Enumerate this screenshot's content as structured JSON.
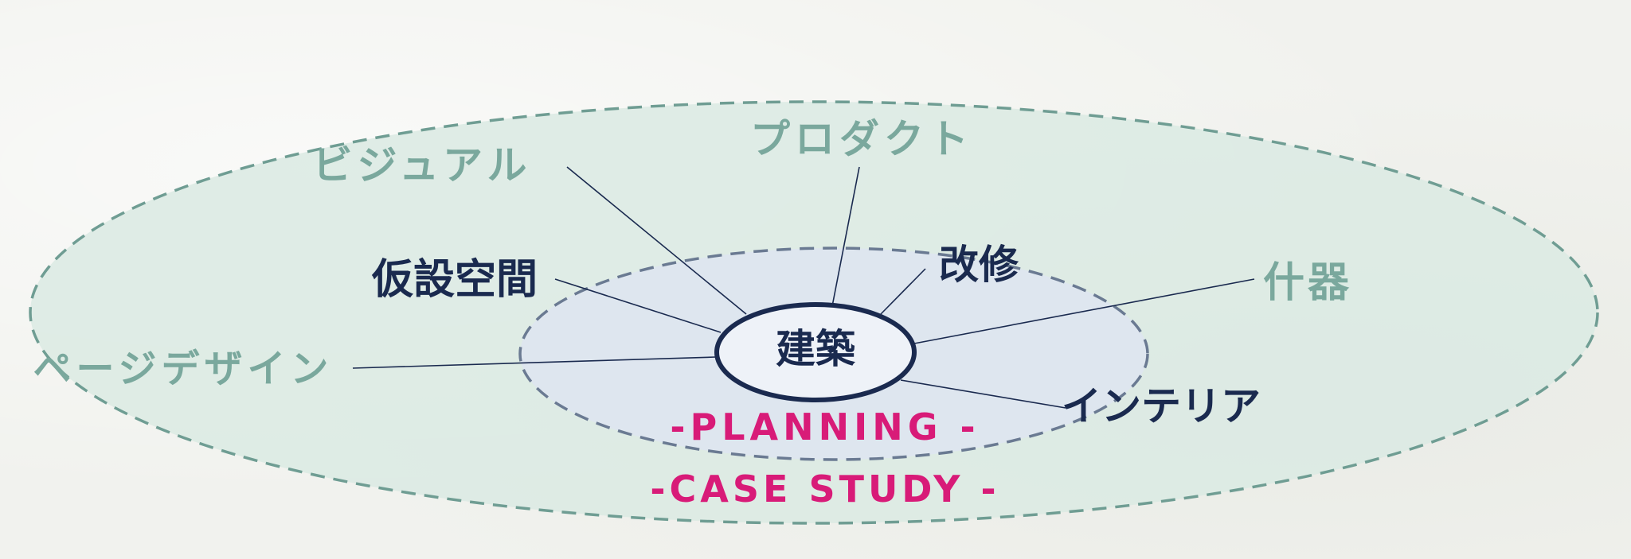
{
  "diagram": {
    "center": {
      "label": "建築"
    },
    "inner_ring_labels": [
      {
        "id": "kasetsu-kukan",
        "label": "仮設空間"
      },
      {
        "id": "kaishu",
        "label": "改修"
      },
      {
        "id": "interior",
        "label": "インテリア"
      }
    ],
    "outer_ring_labels": [
      {
        "id": "visual",
        "label": "ビジュアル"
      },
      {
        "id": "product",
        "label": "プロダクト"
      },
      {
        "id": "juki",
        "label": "什器"
      },
      {
        "id": "page-design",
        "label": "ページデザイン"
      }
    ],
    "captions": {
      "planning": "-PLANNING -",
      "case_study": "-CASE STUDY -"
    },
    "colors": {
      "navy": "#1a2a4f",
      "teal": "#7aa89d",
      "magenta": "#d81b78",
      "outer_fill": "#dbeae3",
      "inner_fill": "#dde6ef",
      "outer_dash": "#6f9d93",
      "inner_dash": "#6a7a92"
    }
  }
}
